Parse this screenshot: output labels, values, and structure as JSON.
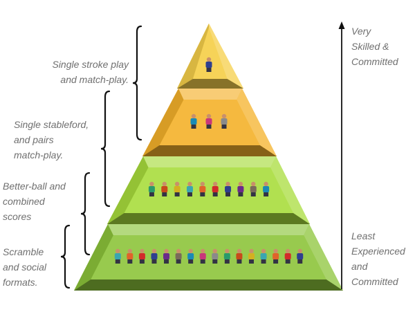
{
  "tiers": [
    {
      "id": "tier-1",
      "label": "Single stroke play\nand match-play.",
      "golfer_count": 1
    },
    {
      "id": "tier-2",
      "label": "Single stableford,\nand pairs\nmatch-play.",
      "golfer_count": 3
    },
    {
      "id": "tier-3",
      "label": "Better-ball and\ncombined\nscores",
      "golfer_count": 10
    },
    {
      "id": "tier-4",
      "label": "Scramble\nand social\nformats.",
      "golfer_count": 16
    }
  ],
  "axis": {
    "top_label": "Very\nSkilled &\nCommitted",
    "bottom_label": "Least\nExperienced\nand\nCommitted"
  },
  "colors": {
    "tier_1": "#f5cf4a",
    "tier_2": "#f4b12a",
    "tier_3": "#a8dc3c",
    "tier_4": "#8cc43a",
    "label_text": "#6f6f6f",
    "brace": "#111111"
  },
  "golfer_colors": [
    "#2e3f8f",
    "#8a8a8a",
    "#e0632a",
    "#1a8ab5",
    "#d4b020",
    "#6a2a8a",
    "#2a9a6a",
    "#d22a2a",
    "#c8367a",
    "#3aa6b0",
    "#7a6a5a",
    "#c84a1a"
  ]
}
